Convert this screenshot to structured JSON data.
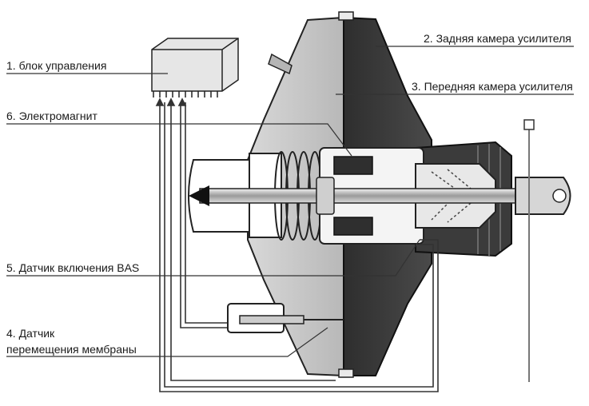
{
  "labels": {
    "control_unit": "1. блок управления",
    "rear_chamber": "2. Задняя камера усилителя",
    "front_chamber": "3. Передняя камера усилителя",
    "membrane_sensor_line1": "4. Датчик",
    "membrane_sensor_line2": "перемещения мембраны",
    "bas_sensor": "5. Датчик включения BAS",
    "electromagnet": "6. Электромагнит"
  },
  "colors": {
    "dark_housing": "#3a3a3a",
    "light_housing": "#c9c9c9",
    "line": "#333333"
  }
}
